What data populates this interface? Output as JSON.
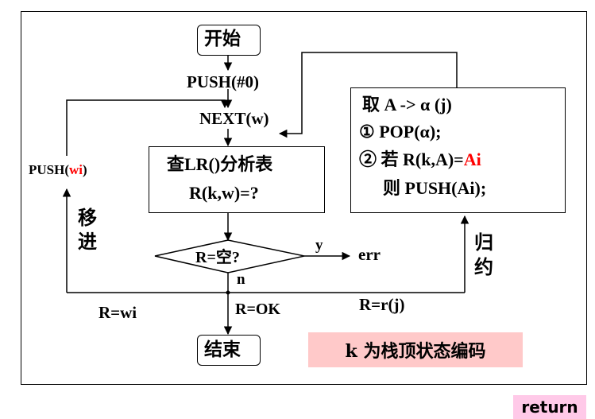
{
  "diagram": {
    "start_label": "开始",
    "push_init": "PUSH(#0)",
    "next_w": "NEXT(w)",
    "lookup_table": "查LR()分析表",
    "lookup_expr": "R(k,w)=?",
    "decision": "R=空?",
    "yes": "y",
    "no": "n",
    "err": "err",
    "end_label": "结束",
    "push_wi_prefix": "PUSH(",
    "push_wi_var": "wi",
    "push_wi_suffix": ")",
    "shift_label_1": "移",
    "shift_label_2": "进",
    "r_wi": "R=wi",
    "r_ok": "R=OK",
    "r_rj": "R=r(j)",
    "reduce_label_1": "归",
    "reduce_label_2": "约",
    "reduce_box": {
      "line1": "取  A -> α (j)",
      "line2": "① POP(α);",
      "line3_prefix": "② 若 R(k,A)=",
      "line3_var": "Ai",
      "line4": "则 PUSH(Ai);"
    },
    "k_note": "k 为栈顶状态编码"
  },
  "nav": {
    "return_label": "return"
  },
  "colors": {
    "highlight_red": "#ff0000",
    "note_bg": "#ffc9c9",
    "return_bg": "#ffc9e8"
  }
}
